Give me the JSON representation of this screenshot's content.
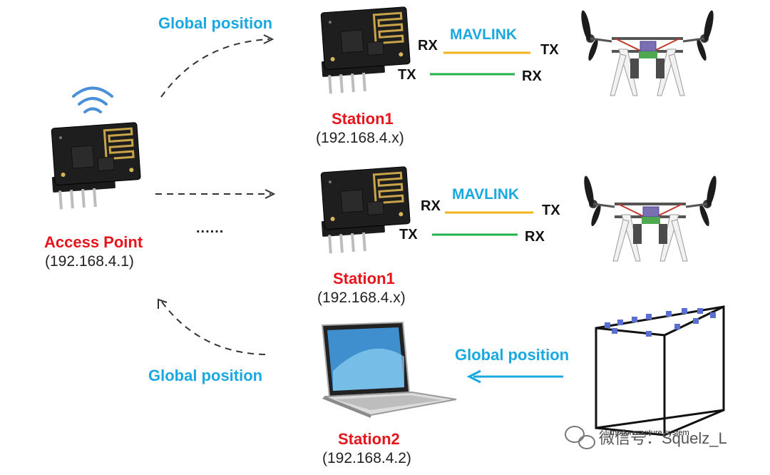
{
  "arrows": {
    "top_label": "Global position",
    "bottom_label": "Global position",
    "mocap_label": "Global position",
    "ellipsis": "......"
  },
  "access_point": {
    "name": "Access Point",
    "ip": "(192.168.4.1)"
  },
  "station_top": {
    "name": "Station1",
    "ip": "(192.168.4.x)",
    "link_label": "MAVLINK",
    "rx_left": "RX",
    "tx_left": "TX",
    "tx_right": "TX",
    "rx_right": "RX"
  },
  "station_mid": {
    "name": "Station1",
    "ip": "(192.168.4.x)",
    "link_label": "MAVLINK",
    "rx_left": "RX",
    "tx_left": "TX",
    "tx_right": "TX",
    "rx_right": "RX"
  },
  "station_laptop": {
    "name": "Station2",
    "ip": "(192.168.4.2)"
  },
  "mocap_caption": "motion capture system",
  "watermark": "微信号：Squelz_L",
  "colors": {
    "label_blue": "#1aa8e0",
    "label_red": "#e8141b",
    "mavlink_line": "#f2b31a",
    "return_line": "#1db34a"
  },
  "icons": [
    "esp8266-module-icon",
    "wifi-signal-icon",
    "drone-icon",
    "laptop-icon",
    "mocap-cage-icon",
    "wechat-icon"
  ]
}
